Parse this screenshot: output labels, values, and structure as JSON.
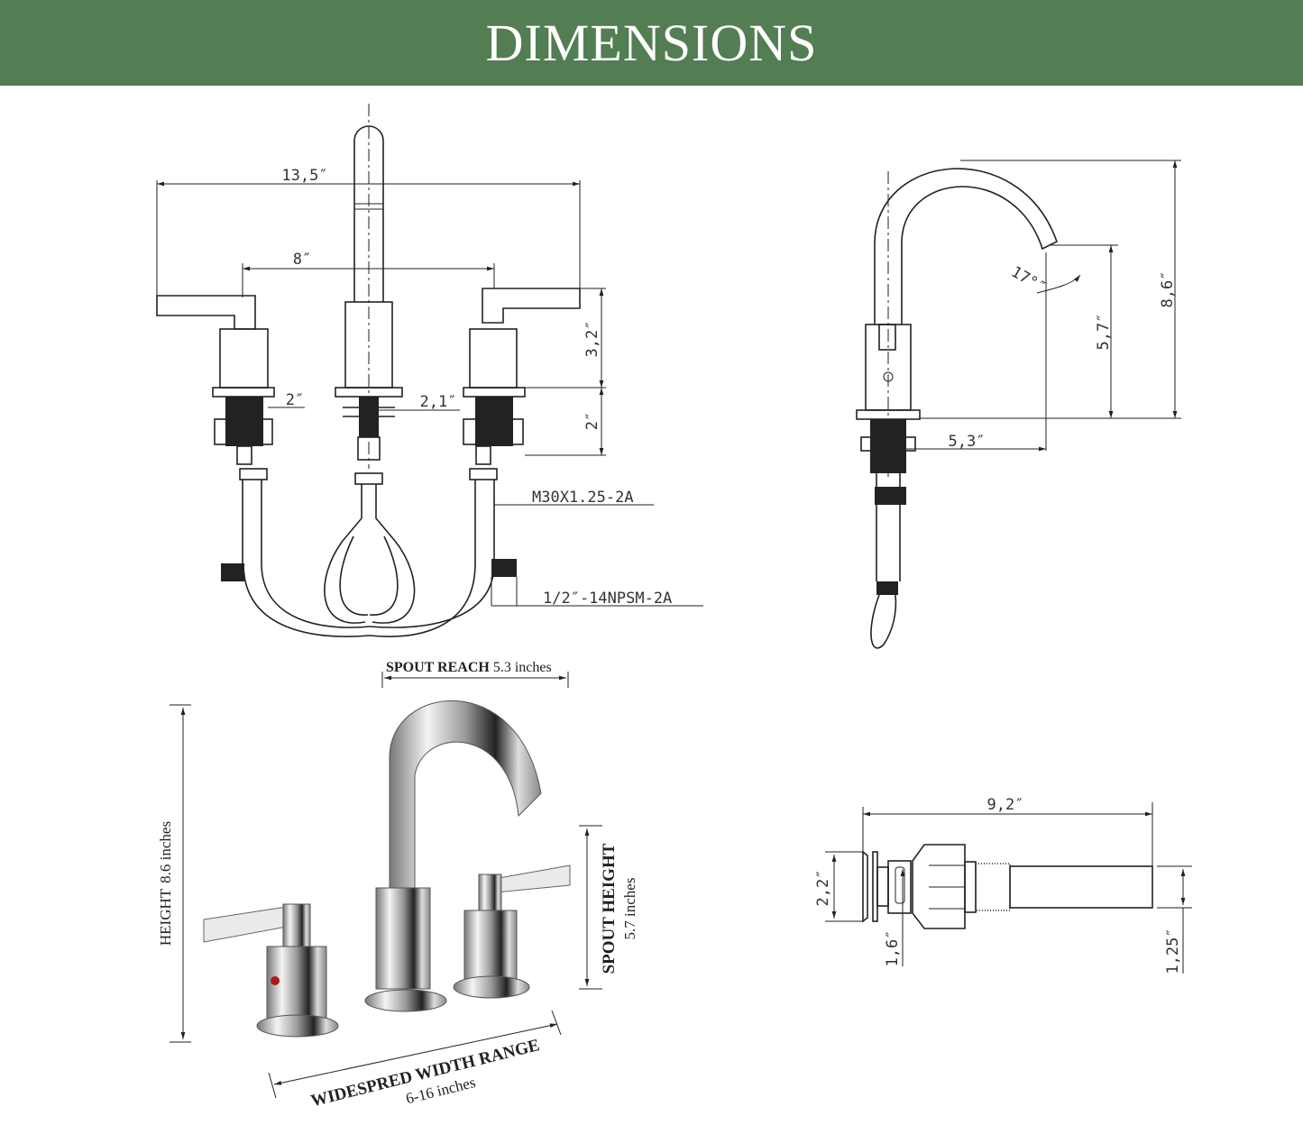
{
  "header": {
    "title": "DIMENSIONS",
    "background": "#537d52"
  },
  "front_view": {
    "overall_width": "13,5″",
    "center_spacing": "8″",
    "handle_height": "3,2″",
    "body_height": "2″",
    "handle_shank_dia": "2″",
    "spout_shank_dia": "2,1″",
    "thread_spec": "M30X1.25-2A",
    "hose_thread_spec": "1/2″-14NPSM-2A"
  },
  "side_view": {
    "total_height": "8,6″",
    "spout_height": "5,7″",
    "spout_reach": "5,3″",
    "spout_angle": "17°″"
  },
  "photo_view": {
    "spout_reach_label": "SPOUT REACH",
    "spout_reach_value": "5.3 inches",
    "height_label": "HEIGHT",
    "height_value": "8.6 inches",
    "spout_height_label": "SPOUT HEIGHT",
    "spout_height_value": "5.7 inches",
    "width_label": "WIDESPRED WIDTH RANGE",
    "width_value": "6-16 inches",
    "hot_indicator_color": "#b01818"
  },
  "drain_view": {
    "length": "9,2″",
    "flange_dia": "2,2″",
    "body_dia": "1,6″",
    "tail_dia": "1,25″"
  }
}
